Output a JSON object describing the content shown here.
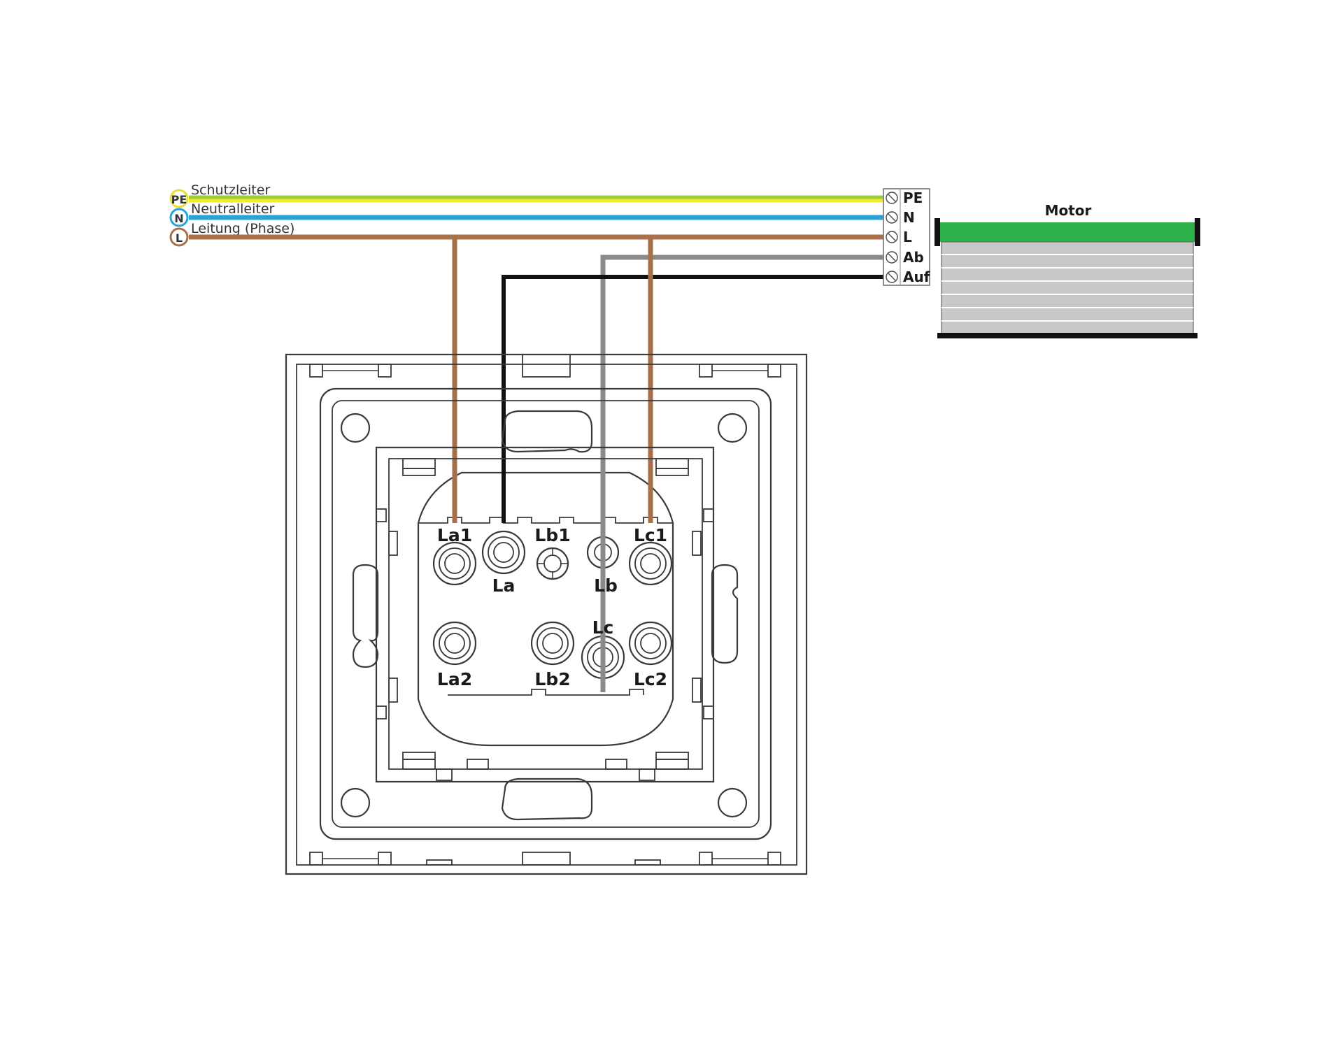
{
  "legend": {
    "pe": {
      "badge": "PE",
      "label": "Schutzleiter"
    },
    "n": {
      "badge": "N",
      "label": "Neutralleiter"
    },
    "l": {
      "badge": "L",
      "label": "Leitung (Phase)"
    }
  },
  "terminal_block": {
    "terminals": [
      "PE",
      "N",
      "L",
      "Ab",
      "Auf"
    ]
  },
  "motor": {
    "label": "Motor"
  },
  "switch_terminals": {
    "la1": "La1",
    "la": "La",
    "lb1": "Lb1",
    "lb": "Lb",
    "lc1": "Lc1",
    "la2": "La2",
    "lb2": "Lb2",
    "lc": "Lc",
    "lc2": "Lc2"
  },
  "colors": {
    "pe_green": "#9ccc3c",
    "pe_yellow": "#f2ea2a",
    "neutral_blue": "#2aa3d8",
    "phase_brown": "#a8704a",
    "wire_black": "#111111",
    "wire_grey": "#8a8a8a",
    "motor_green": "#2db24a",
    "shutter_grey": "#c8c8c8"
  }
}
